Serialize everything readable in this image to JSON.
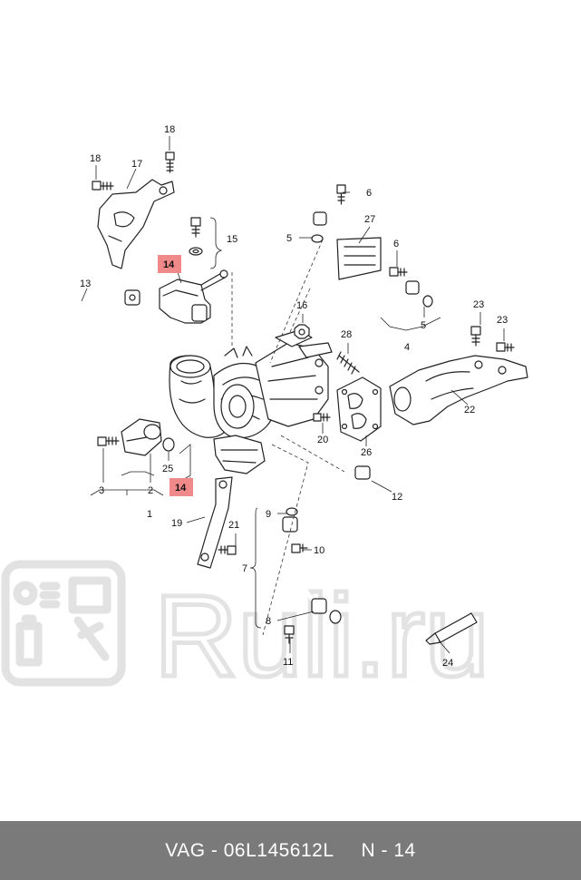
{
  "diagram": {
    "callouts": [
      "1",
      "2",
      "3",
      "4",
      "5",
      "5",
      "6",
      "6",
      "7",
      "8",
      "9",
      "10",
      "11",
      "12",
      "13",
      "15",
      "16",
      "17",
      "18",
      "18",
      "19",
      "20",
      "21",
      "22",
      "23",
      "23",
      "24",
      "25",
      "26",
      "27",
      "28"
    ],
    "highlight_callouts": [
      "14",
      "14"
    ],
    "watermark_text": "Ruli.ru",
    "highlight_color": "#f08a8a"
  },
  "footer": {
    "brand": "VAG",
    "part_number": "06L145612L",
    "position": "N - 14",
    "background": "#7a7a7a"
  }
}
